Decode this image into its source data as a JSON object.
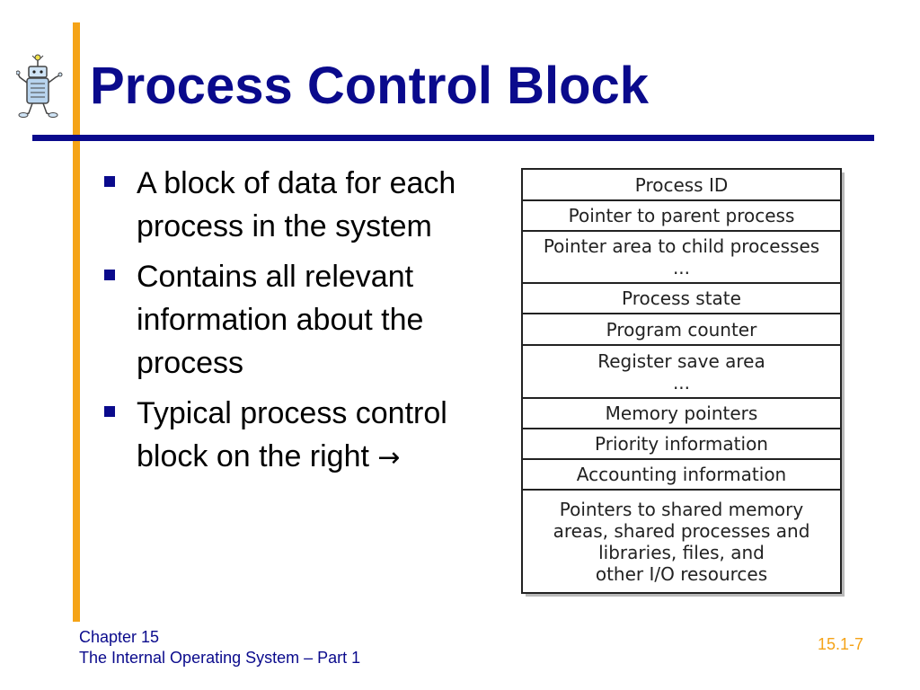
{
  "slide": {
    "title": "Process Control Block",
    "bullets": [
      {
        "text": "A block of data for each process in the system"
      },
      {
        "text": "Contains all relevant information about the process"
      },
      {
        "text": "Typical process control block on the right ",
        "arrow": "→"
      }
    ],
    "pcb_rows": [
      {
        "lines": [
          "Process ID"
        ]
      },
      {
        "lines": [
          "Pointer to parent process"
        ]
      },
      {
        "lines": [
          "Pointer area to child processes",
          "..."
        ]
      },
      {
        "lines": [
          "Process state"
        ]
      },
      {
        "lines": [
          "Program counter"
        ]
      },
      {
        "lines": [
          "Register save area",
          "..."
        ]
      },
      {
        "lines": [
          "Memory pointers"
        ]
      },
      {
        "lines": [
          "Priority information"
        ]
      },
      {
        "lines": [
          "Accounting information"
        ]
      },
      {
        "lines": [
          "Pointers to shared memory",
          "areas, shared processes and",
          "libraries, files, and",
          "other I/O resources"
        ]
      }
    ],
    "footer": {
      "chapter": "Chapter 15",
      "subtitle": "The Internal Operating System – Part 1",
      "page": "15.1-7"
    }
  },
  "colors": {
    "title_blue": "#0a0a8c",
    "accent_orange": "#f5a317",
    "box_border": "#222222"
  },
  "icons": {
    "mascot": "robot-figure-icon",
    "bullet": "square-bullet-icon",
    "arrow": "right-arrow-icon"
  }
}
